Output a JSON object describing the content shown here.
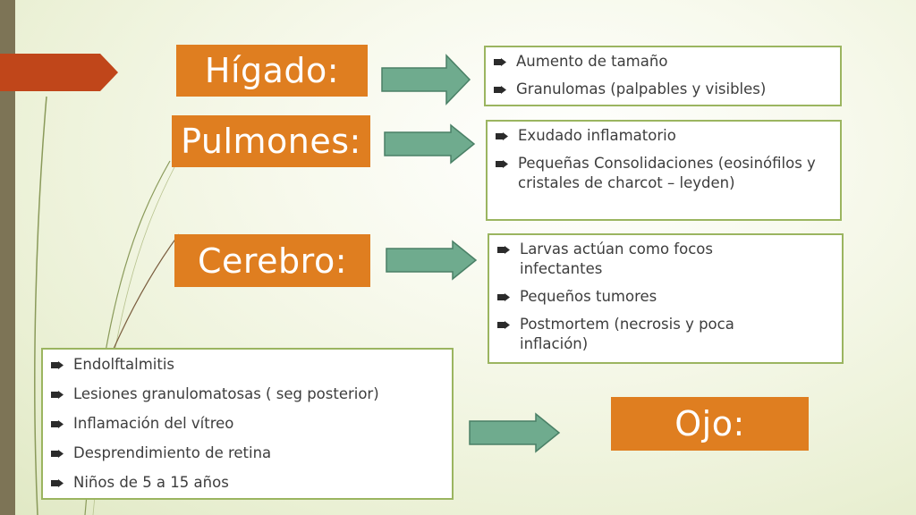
{
  "colors": {
    "title_bg": "#df7e20",
    "arrow_fill": "#6fab8e",
    "arrow_stroke": "#4a8066",
    "box_border": "#9bb560",
    "flag": "#c0461a",
    "sidebar": "#7d7456"
  },
  "icons": {
    "bullet": "arrow-bullet-icon",
    "connector": "right-arrow-icon"
  },
  "sections": {
    "higado": {
      "title": "Hígado:",
      "items": [
        "Aumento de tamaño",
        "Granulomas (palpables y visibles)"
      ]
    },
    "pulmones": {
      "title": "Pulmones:",
      "items": [
        "Exudado inflamatorio",
        "Pequeñas Consolidaciones (eosinófilos y  cristales de charcot – leyden)"
      ]
    },
    "cerebro": {
      "title": "Cerebro:",
      "items": [
        "Larvas actúan como focos infectantes",
        "Pequeños tumores",
        "Postmortem (necrosis y poca inflación)"
      ]
    },
    "ojo": {
      "title": "Ojo:",
      "items": [
        "Endolftalmitis",
        "Lesiones granulomatosas ( seg posterior)",
        "Inflamación del vítreo",
        "Desprendimiento de retina",
        "Niños de 5 a 15 años"
      ]
    }
  }
}
